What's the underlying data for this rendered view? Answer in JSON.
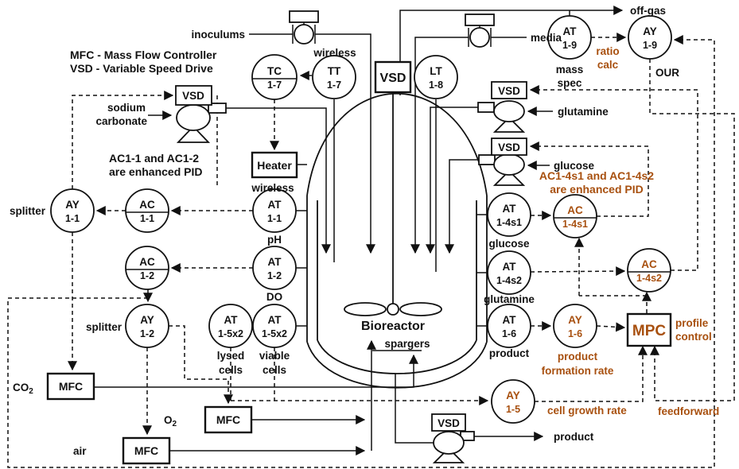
{
  "colors": {
    "line": "#111111",
    "accent": "#a8500f",
    "background": "#ffffff"
  },
  "legend": {
    "line1": "MFC - Mass Flow Controller",
    "line2": "VSD - Variable Speed Drive"
  },
  "notes": {
    "pid_black_1": "AC1-1 and AC1-2",
    "pid_black_2": "are enhanced PID",
    "pid_orange_1": "AC1-4s1 and AC1-4s2",
    "pid_orange_2": "are enhanced PID"
  },
  "vessel": {
    "label": "Bioreactor",
    "spargers_label": "spargers"
  },
  "boxes": {
    "vsd": "VSD",
    "mfc": "MFC",
    "heater": "Heater",
    "mpc": "MPC"
  },
  "instruments": {
    "tc17": {
      "tag": "TC",
      "num": "1-7"
    },
    "tt17": {
      "tag": "TT",
      "num": "1-7"
    },
    "lt18": {
      "tag": "LT",
      "num": "1-8"
    },
    "at19": {
      "tag": "AT",
      "num": "1-9"
    },
    "ay19": {
      "tag": "AY",
      "num": "1-9"
    },
    "ay11": {
      "tag": "AY",
      "num": "1-1"
    },
    "ac11": {
      "tag": "AC",
      "num": "1-1"
    },
    "at11": {
      "tag": "AT",
      "num": "1-1"
    },
    "ac12": {
      "tag": "AC",
      "num": "1-2"
    },
    "at12": {
      "tag": "AT",
      "num": "1-2"
    },
    "ay12": {
      "tag": "AY",
      "num": "1-2"
    },
    "at15lysed": {
      "tag": "AT",
      "num": "1-5x2"
    },
    "at15viable": {
      "tag": "AT",
      "num": "1-5x2"
    },
    "at14s1": {
      "tag": "AT",
      "num": "1-4s1"
    },
    "ac14s1": {
      "tag": "AC",
      "num": "1-4s1"
    },
    "at14s2": {
      "tag": "AT",
      "num": "1-4s2"
    },
    "ac14s2": {
      "tag": "AC",
      "num": "1-4s2"
    },
    "at16": {
      "tag": "AT",
      "num": "1-6"
    },
    "ay16": {
      "tag": "AY",
      "num": "1-6"
    },
    "ay15": {
      "tag": "AY",
      "num": "1-5"
    }
  },
  "streams": {
    "inoculums": "inoculums",
    "media": "media",
    "offgas": "off-gas",
    "sodium_carbonate_1": "sodium",
    "sodium_carbonate_2": "carbonate",
    "glutamine": "glutamine",
    "glucose": "glucose",
    "co2": "CO",
    "co2_sub": "2",
    "o2": "O",
    "o2_sub": "2",
    "air": "air",
    "product": "product"
  },
  "annotations": {
    "wireless_tt": "wireless",
    "wireless_at11": "wireless",
    "mass_spec_1": "mass",
    "mass_spec_2": "spec",
    "ratio_calc_1": "ratio",
    "ratio_calc_2": "calc",
    "our": "OUR",
    "splitter_1": "splitter",
    "splitter_2": "splitter",
    "ph": "pH",
    "do": "DO",
    "lysed_1": "lysed",
    "lysed_2": "cells",
    "viable_1": "viable",
    "viable_2": "cells",
    "glucose_tag": "glucose",
    "glutamine_tag": "glutamine",
    "product_tag": "product",
    "product_formation_1": "product",
    "product_formation_2": "formation rate",
    "cell_growth": "cell growth rate",
    "profile_1": "profile",
    "profile_2": "control",
    "feedforward": "feedforward"
  }
}
